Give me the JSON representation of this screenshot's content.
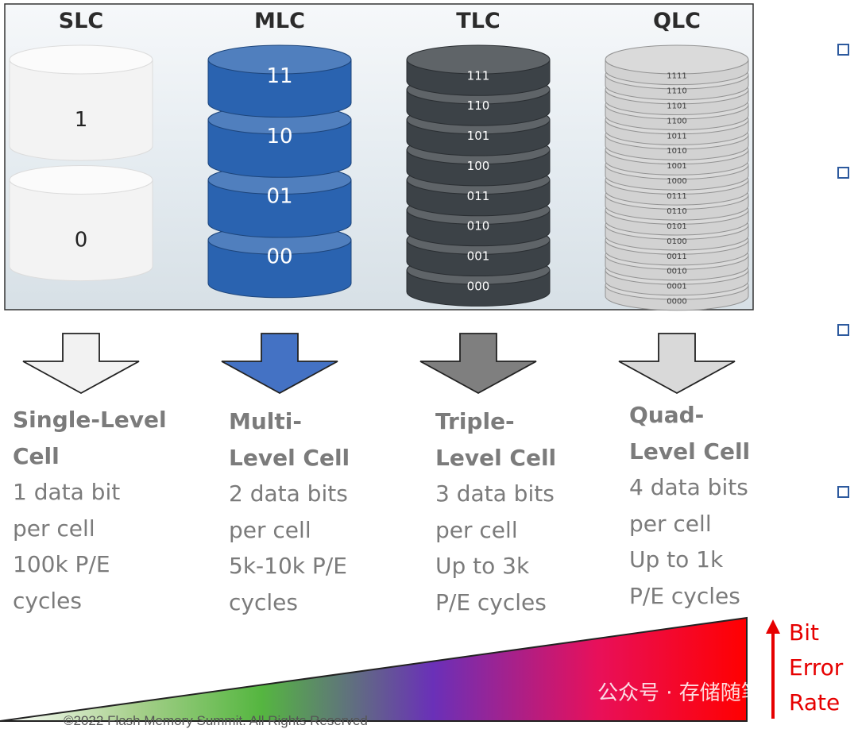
{
  "columns": [
    {
      "key": "slc",
      "heading": "SLC",
      "title_lines": [
        "Single-Level",
        "Cell"
      ],
      "desc_lines": [
        "1 data bit",
        "per cell",
        "100k P/E",
        "cycles"
      ],
      "levels": [
        "1",
        "0"
      ],
      "color": "#ececec",
      "arrow_color": "#f2f2f2"
    },
    {
      "key": "mlc",
      "heading": "MLC",
      "title_lines": [
        "Multi-",
        "Level Cell"
      ],
      "desc_lines": [
        "2 data bits",
        "per cell",
        "5k-10k P/E",
        "cycles"
      ],
      "levels": [
        "11",
        "10",
        "01",
        "00"
      ],
      "color": "#2a63b0",
      "arrow_color": "#4472c4"
    },
    {
      "key": "tlc",
      "heading": "TLC",
      "title_lines": [
        "Triple-",
        "Level Cell"
      ],
      "desc_lines": [
        "3 data bits",
        "per cell",
        "Up to 3k",
        "P/E cycles"
      ],
      "levels": [
        "111",
        "110",
        "101",
        "100",
        "011",
        "010",
        "001",
        "000"
      ],
      "color": "#3c4247",
      "arrow_color": "#7f7f7f"
    },
    {
      "key": "qlc",
      "heading": "QLC",
      "title_lines": [
        "Quad-",
        "Level Cell"
      ],
      "desc_lines": [
        "4 data bits",
        "per cell",
        "Up to 1k",
        "P/E cycles"
      ],
      "levels": [
        "1111",
        "1110",
        "1101",
        "1100",
        "1011",
        "1010",
        "1001",
        "1000",
        "0111",
        "0110",
        "0101",
        "0100",
        "0011",
        "0010",
        "0001",
        "0000"
      ],
      "color": "#d2d2d2",
      "arrow_color": "#d9d9d9"
    }
  ],
  "ber_label": {
    "line1": "Bit",
    "line2": "Error",
    "line3": "Rate",
    "color": "#e60000"
  },
  "watermark": "公众号 · 存储随笔",
  "footer": "©2022 Flash Memory Summit. All Rights Reserved"
}
